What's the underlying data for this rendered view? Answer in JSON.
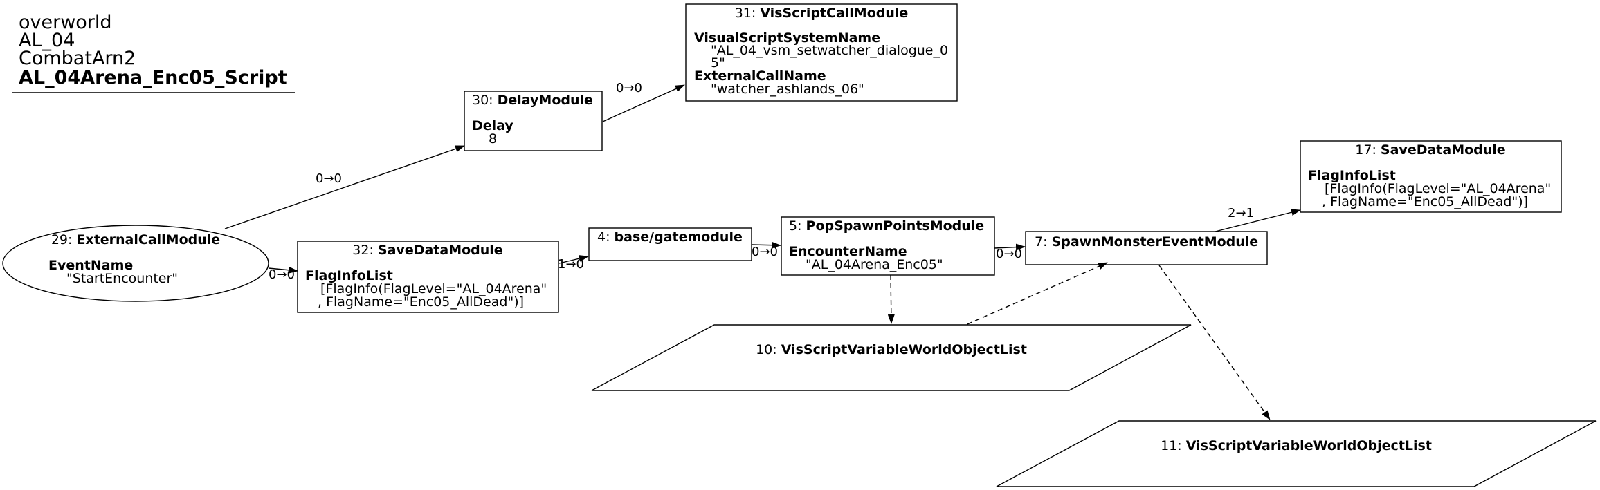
{
  "header": {
    "line1": "overworld",
    "line2": "AL_04",
    "line3": "CombatArn2",
    "title": "AL_04Arena_Enc05_Script"
  },
  "nodes": {
    "n29": {
      "id": "29: ",
      "type": "ExternalCallModule",
      "p1_name": "EventName",
      "p1_value": "\"StartEncounter\""
    },
    "n30": {
      "id": "30: ",
      "type": "DelayModule",
      "p1_name": "Delay",
      "p1_value": "8"
    },
    "n31": {
      "id": "31: ",
      "type": "VisScriptCallModule",
      "p1_name": "VisualScriptSystemName",
      "p1_value_line1": "\"AL_04_vsm_setwatcher_dialogue_0",
      "p1_value_line2": "5\"",
      "p2_name": "ExternalCallName",
      "p2_value": "\"watcher_ashlands_06\""
    },
    "n32": {
      "id": "32: ",
      "type": "SaveDataModule",
      "p1_name": "FlagInfoList",
      "p1_value_line1": "[FlagInfo(FlagLevel=\"AL_04Arena\"",
      "p1_value_line2": ", FlagName=\"Enc05_AllDead\")]"
    },
    "n4": {
      "id": "4: ",
      "type": "base/gatemodule"
    },
    "n5": {
      "id": "5: ",
      "type": "PopSpawnPointsModule",
      "p1_name": "EncounterName",
      "p1_value": "\"AL_04Arena_Enc05\""
    },
    "n7": {
      "id": "7: ",
      "type": "SpawnMonsterEventModule"
    },
    "n17": {
      "id": "17: ",
      "type": "SaveDataModule",
      "p1_name": "FlagInfoList",
      "p1_value_line1": "[FlagInfo(FlagLevel=\"AL_04Arena\"",
      "p1_value_line2": ", FlagName=\"Enc05_AllDead\")]"
    },
    "n10": {
      "id": "10: ",
      "type": "VisScriptVariableWorldObjectList"
    },
    "n11": {
      "id": "11: ",
      "type": "VisScriptVariableWorldObjectList"
    }
  },
  "edges": {
    "e29_30": "0→0",
    "e30_31": "0→0",
    "e29_32": "0→0",
    "e32_4": "1→0",
    "e4_5": "0→0",
    "e5_7": "0→0",
    "e7_17": "2→1"
  }
}
